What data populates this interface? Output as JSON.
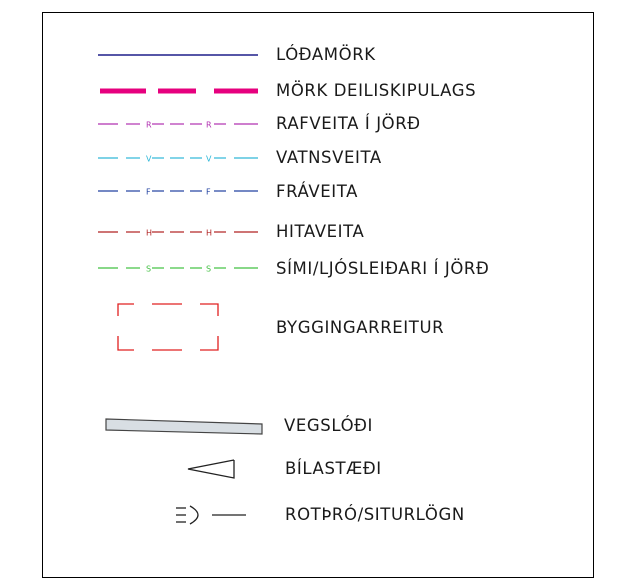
{
  "legend": {
    "items": [
      {
        "key": "lodamork",
        "label": "LÓÐAMÖRK",
        "color": "#1f1f8a",
        "style": "solid"
      },
      {
        "key": "mork_deiliskipulags",
        "label": "MÖRK DEILISKIPULAGS",
        "color": "#e6007e",
        "style": "thick-dashed"
      },
      {
        "key": "rafveita",
        "label": "RAFVEITA Í JÖRÐ",
        "color": "#b030b0",
        "style": "dashed",
        "letter": "R"
      },
      {
        "key": "vatnsveita",
        "label": "VATNSVEITA",
        "color": "#30b8d8",
        "style": "dashed",
        "letter": "V"
      },
      {
        "key": "fraveita",
        "label": "FRÁVEITA",
        "color": "#2040a0",
        "style": "dashed",
        "letter": "F"
      },
      {
        "key": "hitaveita",
        "label": "HITAVEITA",
        "color": "#b02020",
        "style": "dashed",
        "letter": "H"
      },
      {
        "key": "simi",
        "label": "SÍMI/LJÓSLEIÐARI Í JÖRÐ",
        "color": "#40c040",
        "style": "dashed",
        "letter": "S"
      },
      {
        "key": "byggingarreitur",
        "label": "BYGGINGARREITUR",
        "color": "#e02020",
        "style": "dashed-rect"
      },
      {
        "key": "vegslodi",
        "label": "VEGSLÓÐI",
        "color": "#555555",
        "style": "road"
      },
      {
        "key": "bilastaedi",
        "label": "BÍLASTÆÐI",
        "color": "#222222",
        "style": "triangle"
      },
      {
        "key": "rotthro",
        "label": "ROTÞRÓ/SITURLÖGN",
        "color": "#222222",
        "style": "septic"
      }
    ]
  }
}
